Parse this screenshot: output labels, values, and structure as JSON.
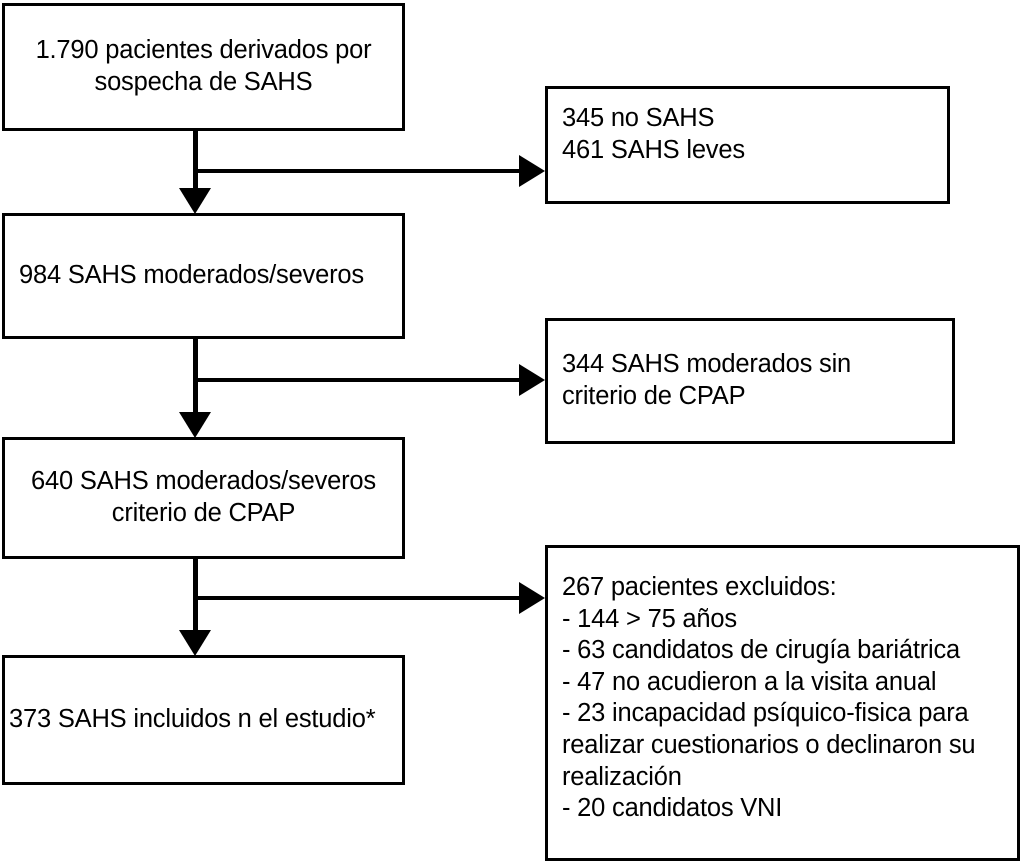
{
  "figure": {
    "type": "flowchart",
    "orientation": "top-to-bottom with right-side exclusion branches",
    "background_color": "#ffffff",
    "line_color": "#000000",
    "text_color": "#000000"
  },
  "nodes": {
    "enrolled": {
      "id": "box-enrolled",
      "text": "1.790 pacientes derivados por\nsospecha de SAHS",
      "count": 1790,
      "align": "center"
    },
    "excluded_mild": {
      "id": "box-excluded-mild",
      "text": "345 no SAHS\n461 SAHS leves",
      "counts": [
        345,
        461
      ],
      "align": "left-top"
    },
    "moderate_severe": {
      "id": "box-moderate-severe",
      "text": "984 SAHS moderados/severos",
      "count": 984,
      "align": "left-middle"
    },
    "excluded_no_cpap": {
      "id": "box-excluded-no-cpap",
      "text": "344 SAHS moderados sin\ncriterio de CPAP",
      "count": 344,
      "align": "left-middle"
    },
    "cpap_criteria": {
      "id": "box-cpap-criteria",
      "text": "640 SAHS moderados/severos\ncriterio de CPAP",
      "count": 640,
      "align": "center"
    },
    "excluded_patients": {
      "id": "box-excluded-patients",
      "text": "267 pacientes excluidos:\n- 144 > 75 años\n- 63 candidatos de cirugía bariátrica\n- 47 no acudieron a la visita anual\n- 23 incapacidad psíquico-fisica para\nrealizar cuestionarios o declinaron su\nrealización\n- 20 candidatos VNI",
      "count": 267,
      "reasons": [
        {
          "n": 144,
          "label": "> 75 años"
        },
        {
          "n": 63,
          "label": "candidatos de cirugía bariátrica"
        },
        {
          "n": 47,
          "label": "no acudieron a la visita anual"
        },
        {
          "n": 23,
          "label": "incapacidad psíquico-fisica para realizar cuestionarios o declinaron su realización"
        },
        {
          "n": 20,
          "label": "candidatos VNI"
        }
      ],
      "align": "left-top"
    },
    "included": {
      "id": "box-included",
      "text": "373 SAHS incluidos n el estudio*",
      "count": 373,
      "footnote_marker": "*",
      "align": "left-middle"
    }
  },
  "edges": [
    {
      "from": "enrolled",
      "to": "moderate_severe",
      "kind": "down-arrow"
    },
    {
      "from": "enrolled",
      "to": "excluded_mild",
      "kind": "right-arrow"
    },
    {
      "from": "moderate_severe",
      "to": "cpap_criteria",
      "kind": "down-arrow"
    },
    {
      "from": "moderate_severe",
      "to": "excluded_no_cpap",
      "kind": "right-arrow"
    },
    {
      "from": "cpap_criteria",
      "to": "included",
      "kind": "down-arrow"
    },
    {
      "from": "cpap_criteria",
      "to": "excluded_patients",
      "kind": "right-arrow"
    }
  ]
}
